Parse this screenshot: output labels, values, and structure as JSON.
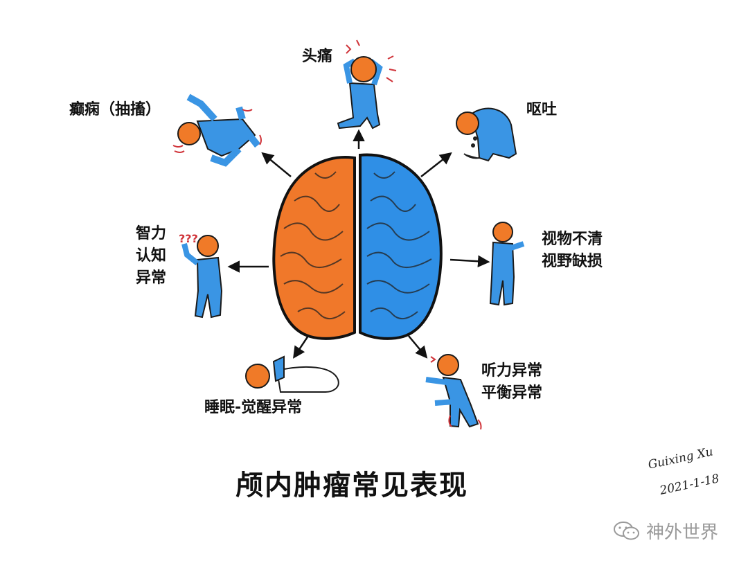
{
  "title": "颅内肿瘤常见表现",
  "labels": {
    "epilepsy": "癫痫（抽搐）",
    "headache": "头痛",
    "vomit": "呕吐",
    "cognition": [
      "智力",
      "认知",
      "异常"
    ],
    "vision": [
      "视物不清",
      "视野缺损"
    ],
    "sleep": "睡眠-觉醒异常",
    "hearing": [
      "听力异常",
      "平衡异常"
    ]
  },
  "confusion_marks": "???",
  "signature": {
    "name": "Guixing Xu",
    "date": "2021-1-18"
  },
  "watermark": "神外世界",
  "colors": {
    "left_hemisphere": "#f0782a",
    "right_hemisphere": "#2f8fe6",
    "figure_body": "#3a95e4",
    "figure_head": "#f07a28",
    "text": "#111111",
    "watermark": "#9a9a9a"
  },
  "icons": [
    "brain-icon",
    "wechat-icon"
  ]
}
